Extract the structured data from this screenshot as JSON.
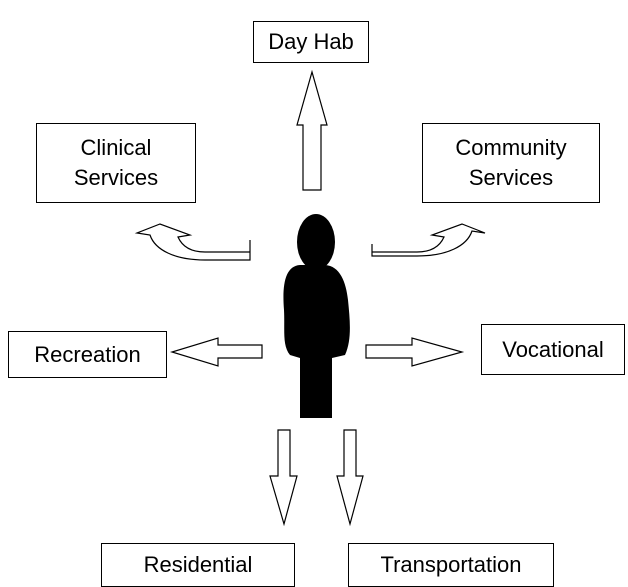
{
  "diagram": {
    "nodes": {
      "day_hab": "Day Hab",
      "clinical": [
        "Clinical",
        "Services"
      ],
      "community": [
        "Community",
        "Services"
      ],
      "recreation": "Recreation",
      "vocational": "Vocational",
      "residential": "Residential",
      "transportation": "Transportation"
    },
    "person_icon": "person-silhouette-icon",
    "colors": {
      "stroke": "#000000",
      "fill": "#ffffff",
      "person": "#000000"
    }
  }
}
